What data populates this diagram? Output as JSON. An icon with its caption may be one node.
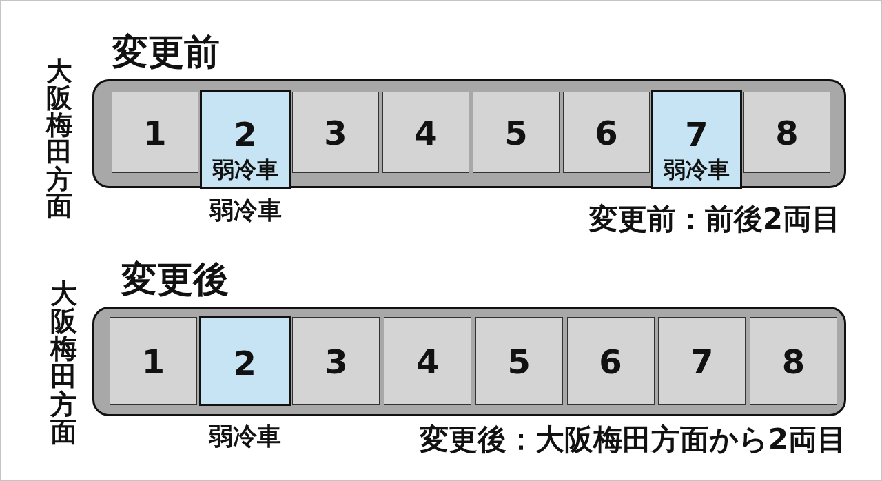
{
  "diagram": {
    "nodes": [
      {
        "text": [
          "変更前"
        ],
        "beside": [
          "大阪梅田方面",
          "変更前：前後2両目"
        ]
      },
      {
        "text": [
          "1"
        ],
        "in": 0
      },
      {
        "text": [
          "2",
          "弱冷車"
        ],
        "in": 0,
        "beside": [
          "弱冷車"
        ]
      },
      {
        "text": [
          "3"
        ],
        "in": 0
      },
      {
        "text": [
          "4"
        ],
        "in": 0
      },
      {
        "text": [
          "5"
        ],
        "in": 0
      },
      {
        "text": [
          "6"
        ],
        "in": 0
      },
      {
        "text": [
          "7",
          "弱冷車"
        ],
        "in": 0
      },
      {
        "text": [
          "8"
        ],
        "in": 0
      },
      {
        "text": [
          "変更後"
        ],
        "beside": [
          "大阪梅田方面",
          "変更後：大阪梅田方面から2両目"
        ]
      },
      {
        "text": [
          "1"
        ],
        "in": 9
      },
      {
        "text": [
          "2"
        ],
        "in": 9,
        "beside": [
          "弱冷車"
        ]
      },
      {
        "text": [
          "3"
        ],
        "in": 9
      },
      {
        "text": [
          "4"
        ],
        "in": 9
      },
      {
        "text": [
          "5"
        ],
        "in": 9
      },
      {
        "text": [
          "6"
        ],
        "in": 9
      },
      {
        "text": [
          "7"
        ],
        "in": 9
      },
      {
        "text": [
          "8"
        ],
        "in": 9
      }
    ]
  }
}
